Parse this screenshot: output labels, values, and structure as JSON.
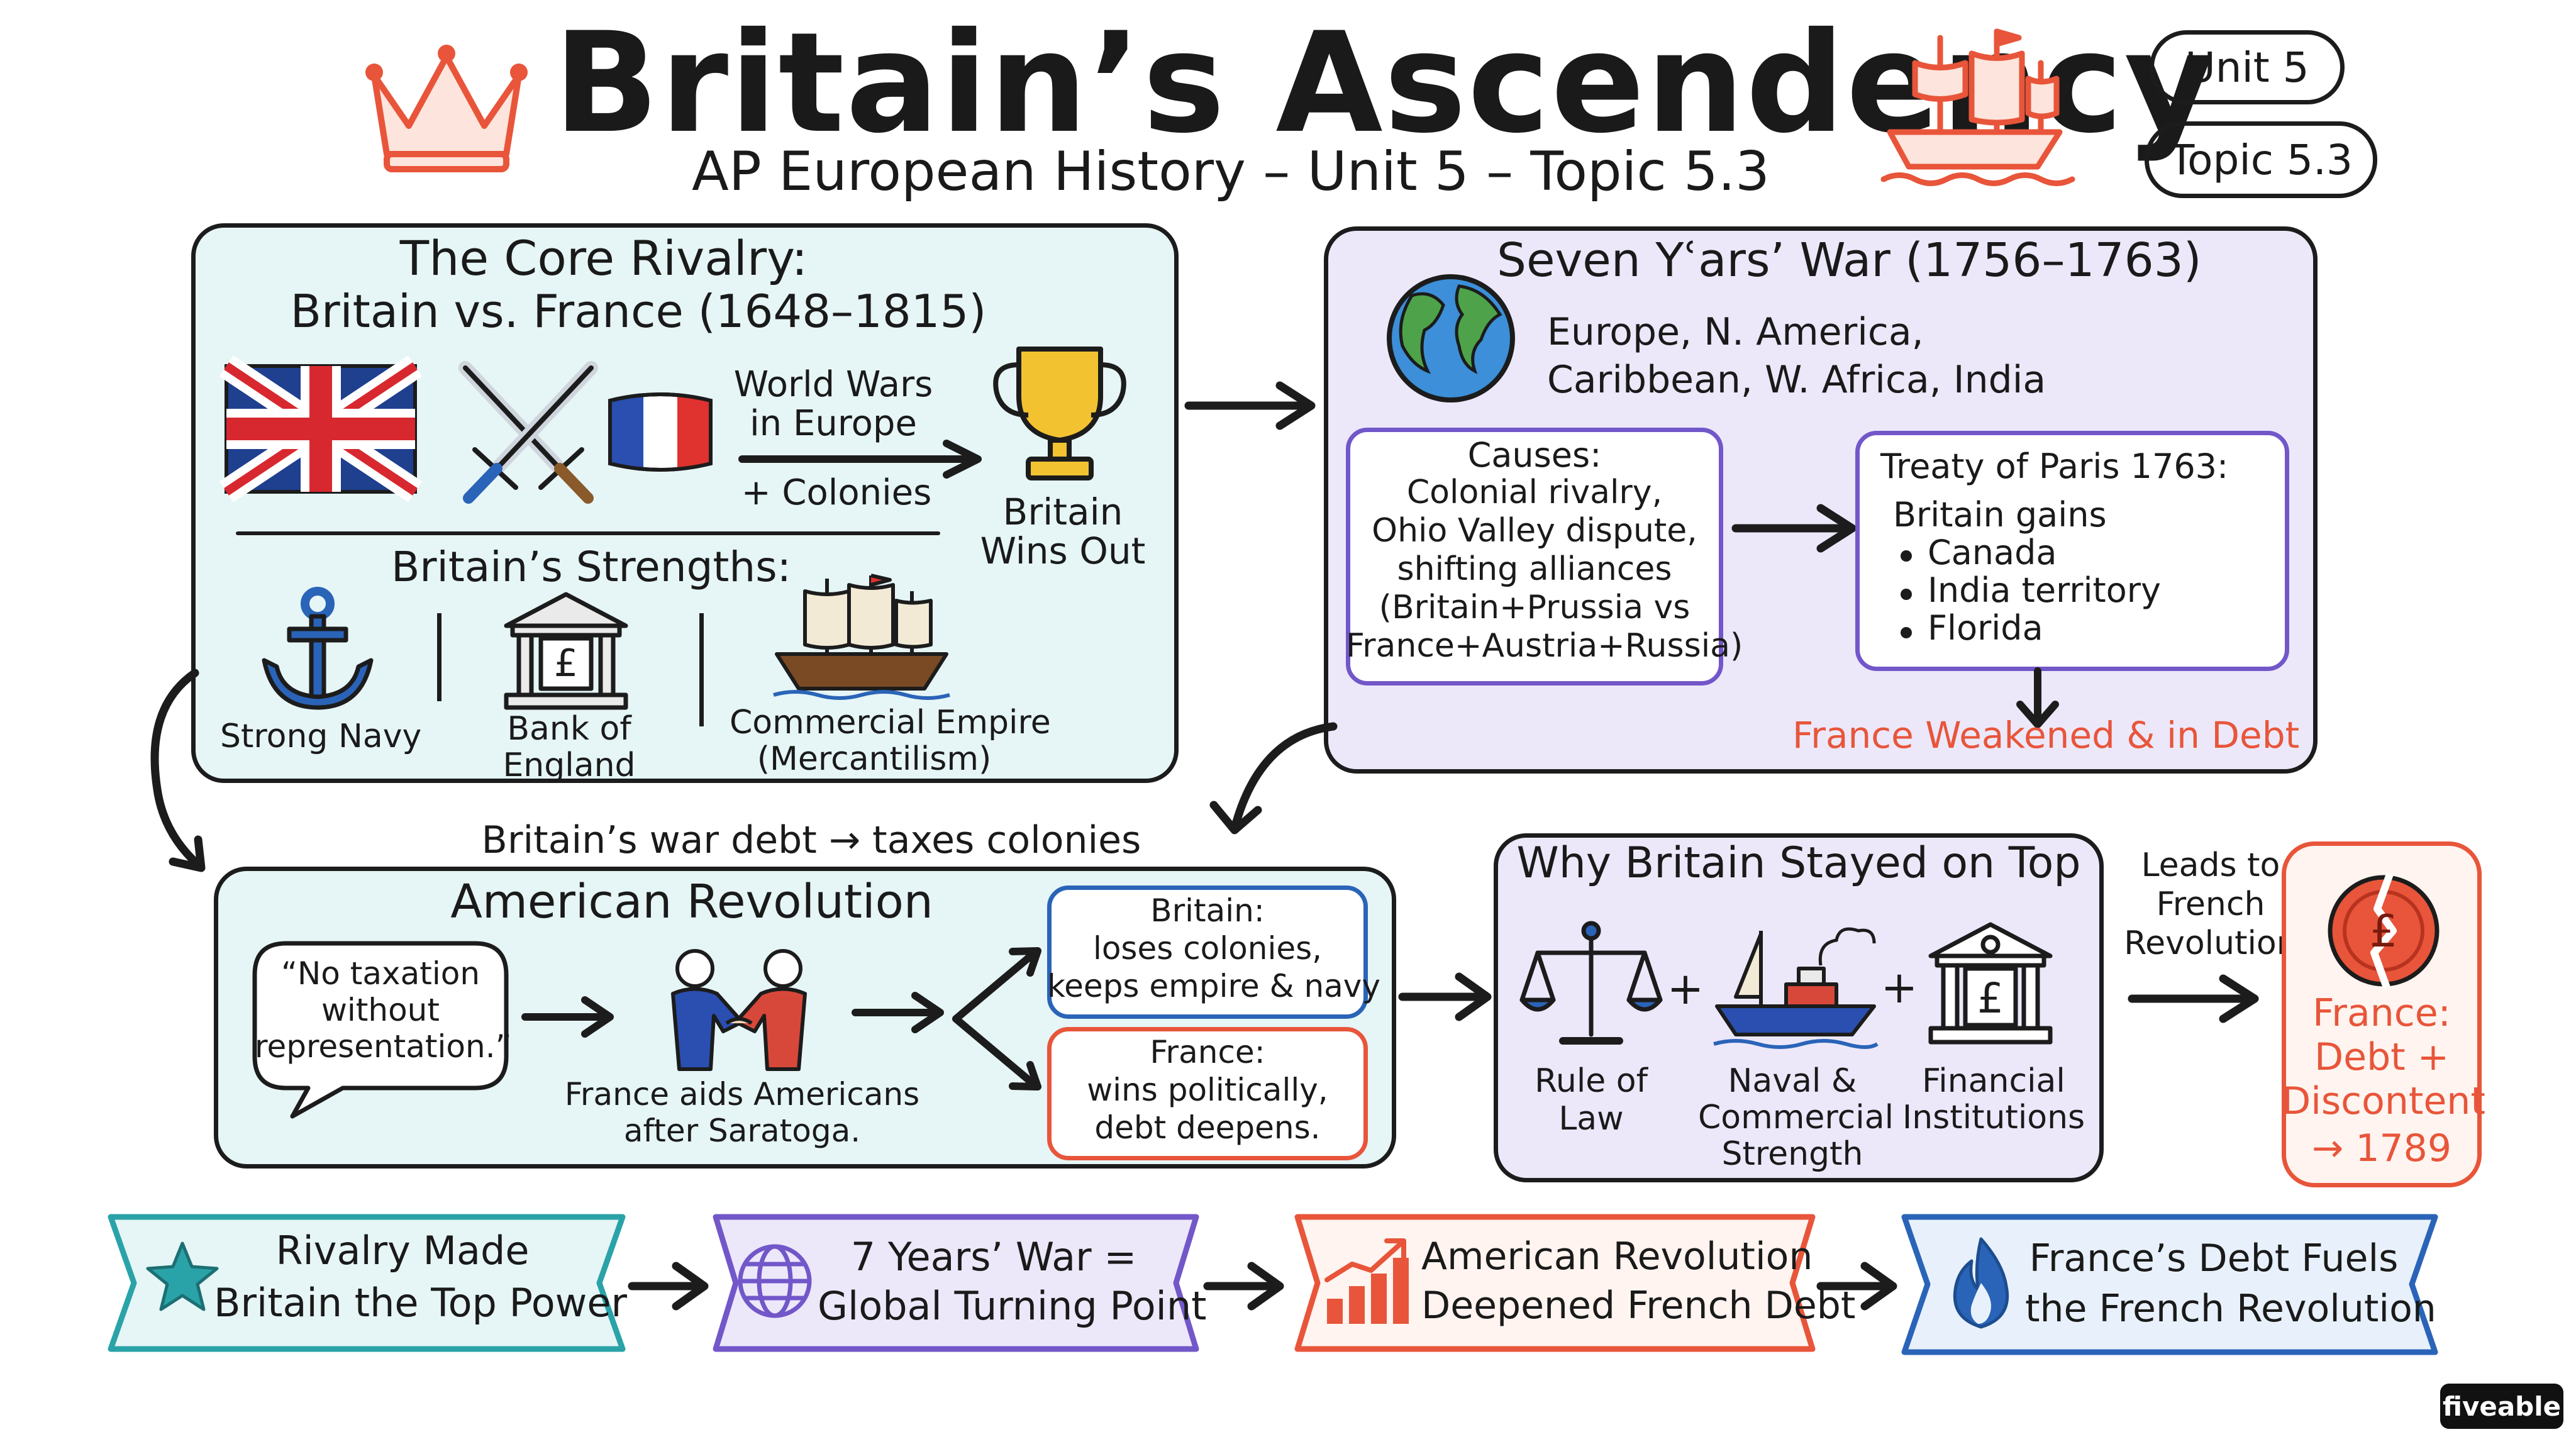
{
  "header": {
    "title": "Britain’s Ascendency",
    "subtitle": "AP European History – Unit 5 – Topic 5.3",
    "unit_badge": "Unit 5",
    "topic_badge": "Topic 5.3",
    "crown_icon": "crown-icon",
    "ship_icon": "sailing-ship-icon"
  },
  "rivalry": {
    "title_line1": "The Core Rivalry:",
    "title_line2": "Britain vs. France (1648–1815)",
    "arrow_top": "World Wars",
    "arrow_mid": "in Europe",
    "arrow_bottom": "+ Colonies",
    "winner_line1": "Britain",
    "winner_line2": "Wins Out",
    "strengths_title": "Britain’s Strengths:",
    "strength_navy": "Strong Navy",
    "strength_bank_line1": "Bank of",
    "strength_bank_line2": "England",
    "strength_empire_line1": "Commercial Empire",
    "strength_empire_line2": "(Mercantilism)"
  },
  "seven_years": {
    "title": "Seven Yʿars’ War (1756–1763)",
    "regions_line1": "Europe, N. America,",
    "regions_line2": "Caribbean, W. Africa, India",
    "causes_title": "Causes:",
    "causes_lines": [
      "Colonial rivalry,",
      "Ohio Valley dispute,",
      "shifting alliances",
      "(Britain+Prussia vs",
      "France+Austria+Russia)"
    ],
    "treaty_title": "Treaty of Paris 1763:",
    "treaty_gains": "Britain gains",
    "treaty_items": [
      "Canada",
      "India territory",
      "Florida"
    ],
    "result": "France Weakened & in Debt"
  },
  "link_label": "Britain’s war debt → taxes colonies",
  "american_revolution": {
    "title": "American Revolution",
    "quote_lines": [
      "“No taxation",
      "without",
      "representation.”"
    ],
    "aid_line1": "France aids Americans",
    "aid_line2": "after Saratoga.",
    "britain_lines": [
      "Britain:",
      "loses colonies,",
      "keeps empire & navy"
    ],
    "france_lines": [
      "France:",
      "wins politically,",
      "debt deepens."
    ]
  },
  "why_top": {
    "title": "Why Britain Stayed on Top",
    "item1_line1": "Rule of",
    "item1_line2": "Law",
    "item2_line1": "Naval &",
    "item2_line2": "Commercial",
    "item2_line3": "Strength",
    "item3_line1": "Financial",
    "item3_line2": "Institutions",
    "plus": "+"
  },
  "leads": {
    "line1": "Leads to",
    "line2": "French",
    "line3": "Revolution"
  },
  "france_result": {
    "line1": "France:",
    "line2": "Debt +",
    "line3": "Discontent",
    "line4": "→ 1789"
  },
  "summary": [
    {
      "line1": "Rivalry Made",
      "line2": "Britain the Top Power"
    },
    {
      "line1": "7 Years’ War =",
      "line2": "Global Turning Point"
    },
    {
      "line1": "American Revolution",
      "line2": "Deepened French Debt"
    },
    {
      "line1": "France’s Debt Fuels",
      "line2": "the French Revolution"
    }
  ],
  "brand": "fiveable",
  "colors": {
    "teal_fill": "#e6f5f6",
    "lavender_fill": "#ece8fa",
    "accent_red": "#e8553a",
    "purple_border": "#7257c9",
    "blue_border": "#2a64b8",
    "teal_border": "#2aa3a8"
  }
}
